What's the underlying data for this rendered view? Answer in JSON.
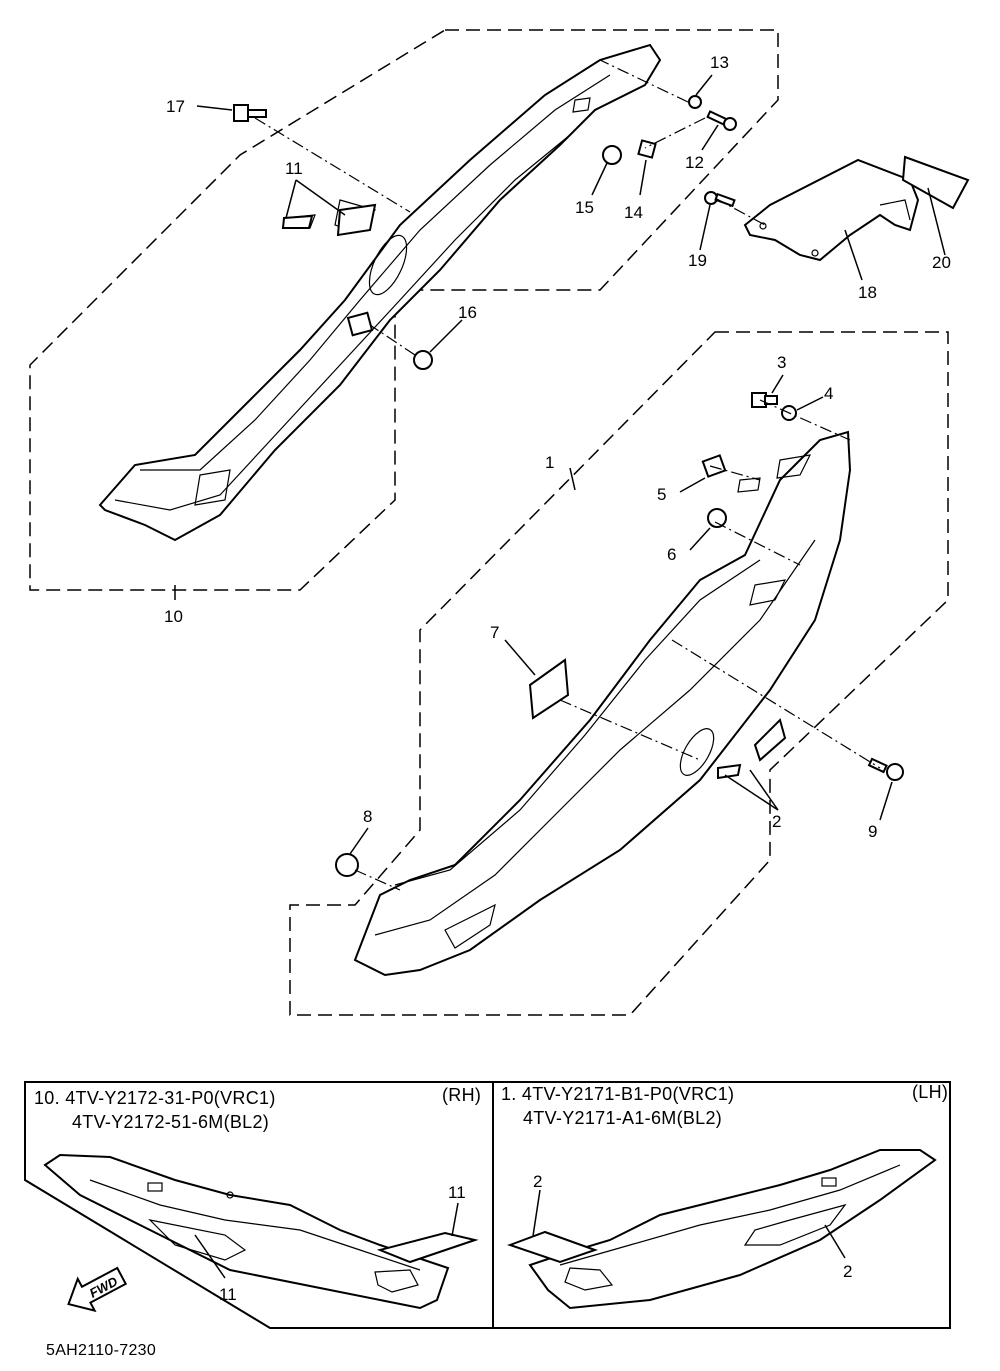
{
  "callouts": {
    "c1": "1",
    "c2": "2",
    "c3": "3",
    "c4": "4",
    "c5": "5",
    "c6": "6",
    "c7": "7",
    "c8": "8",
    "c9": "9",
    "c10": "10",
    "c11": "11",
    "c12": "12",
    "c13": "13",
    "c14": "14",
    "c15": "15",
    "c16": "16",
    "c17": "17",
    "c18": "18",
    "c19": "19",
    "c20": "20",
    "p_left_11a": "11",
    "p_left_11b": "11",
    "p_right_2a": "2",
    "p_right_2b": "2"
  },
  "panel_rh": {
    "line1": "10. 4TV-Y2172-31-P0(VRC1)",
    "line2": "4TV-Y2172-51-6M(BL2)",
    "side": "(RH)"
  },
  "panel_lh": {
    "line1": "1. 4TV-Y2171-B1-P0(VRC1)",
    "line2": "4TV-Y2171-A1-6M(BL2)",
    "side": "(LH)"
  },
  "fwd_label": "FWD",
  "diagram_code": "5AH2110-7230"
}
